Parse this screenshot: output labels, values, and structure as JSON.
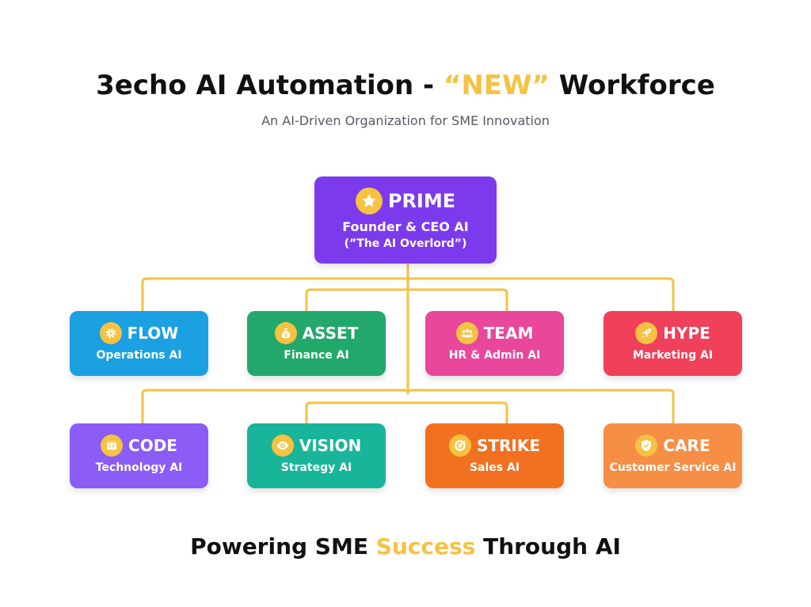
{
  "header": {
    "title_before": "3echo AI Automation - ",
    "title_highlight": "“NEW”",
    "title_after": " Workforce",
    "subtitle": "An AI-Driven Organization for SME Innovation"
  },
  "prime": {
    "name": "PRIME",
    "role": "Founder & CEO AI",
    "nickname": "(”The AI Overlord”)",
    "icon": "star-icon",
    "color": "#7c3aed"
  },
  "row1": [
    {
      "name": "FLOW",
      "role": "Operations AI",
      "icon": "gear-icon",
      "color": "#1ba0e2"
    },
    {
      "name": "ASSET",
      "role": "Finance AI",
      "icon": "money-bag-icon",
      "color": "#22a86b"
    },
    {
      "name": "TEAM",
      "role": "HR & Admin AI",
      "icon": "people-icon",
      "color": "#e8479b"
    },
    {
      "name": "HYPE",
      "role": "Marketing AI",
      "icon": "rocket-icon",
      "color": "#f0405a"
    }
  ],
  "row2": [
    {
      "name": "CODE",
      "role": "Technology AI",
      "icon": "code-icon",
      "color": "#8b5cf6"
    },
    {
      "name": "VISION",
      "role": "Strategy AI",
      "icon": "eye-icon",
      "color": "#19b59b"
    },
    {
      "name": "STRIKE",
      "role": "Sales AI",
      "icon": "target-icon",
      "color": "#f27120"
    },
    {
      "name": "CARE",
      "role": "Customer Service AI",
      "icon": "shield-icon",
      "color": "#f78e45"
    }
  ],
  "footer": {
    "before": "Powering SME ",
    "highlight": "Success",
    "after": " Through AI"
  },
  "colors": {
    "connector": "#f5c242",
    "accent": "#f5c242"
  }
}
